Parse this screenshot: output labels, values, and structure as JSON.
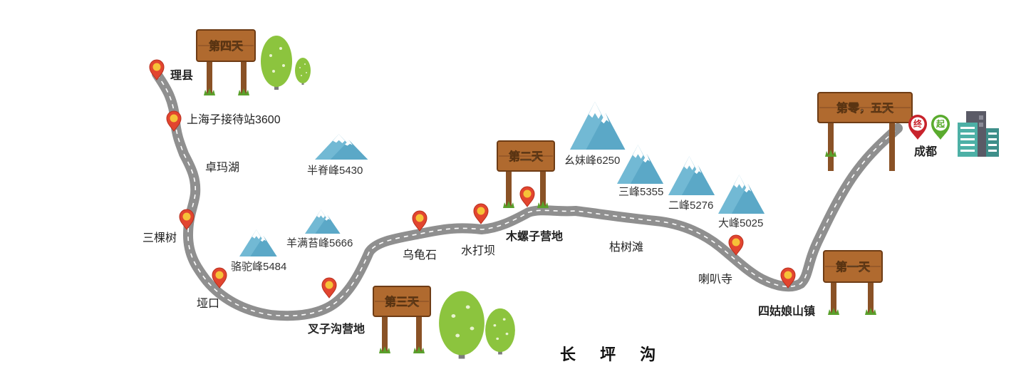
{
  "title": "长 坪 沟",
  "signs": [
    {
      "key": "day4",
      "text": "第四天"
    },
    {
      "key": "day2",
      "text": "第二天"
    },
    {
      "key": "day3",
      "text": "第三天"
    },
    {
      "key": "day05",
      "text": "第零，五天"
    },
    {
      "key": "day1",
      "text": "第一天"
    }
  ],
  "places": [
    {
      "key": "lixian",
      "text": "理县",
      "bold": true
    },
    {
      "key": "shanghaizi",
      "text": "上海子接待站3600",
      "bold": false
    },
    {
      "key": "zhuomahu",
      "text": "卓玛湖",
      "bold": false
    },
    {
      "key": "sankeshu",
      "text": "三棵树",
      "bold": false
    },
    {
      "key": "yakou",
      "text": "垭口",
      "bold": false
    },
    {
      "key": "chazigou",
      "text": "叉子沟营地",
      "bold": true
    },
    {
      "key": "wuguishi",
      "text": "乌龟石",
      "bold": false
    },
    {
      "key": "shuidaba",
      "text": "水打坝",
      "bold": false
    },
    {
      "key": "muluozi",
      "text": "木螺子营地",
      "bold": true
    },
    {
      "key": "kushutan",
      "text": "枯树滩",
      "bold": false
    },
    {
      "key": "labasi",
      "text": "喇叭寺",
      "bold": false
    },
    {
      "key": "siguniang",
      "text": "四姑娘山镇",
      "bold": true
    },
    {
      "key": "chengdu",
      "text": "成都",
      "bold": true
    }
  ],
  "peaks": [
    {
      "key": "banjifeng",
      "text": "半脊峰5430"
    },
    {
      "key": "yangmantai",
      "text": "羊满苔峰5666"
    },
    {
      "key": "luotuofeng",
      "text": "骆驼峰5484"
    },
    {
      "key": "yaomeifeng",
      "text": "幺妹峰6250"
    },
    {
      "key": "sanfeng",
      "text": "三峰5355"
    },
    {
      "key": "erfeng",
      "text": "二峰5276"
    },
    {
      "key": "dafeng",
      "text": "大峰5025"
    }
  ],
  "badges": {
    "end": "终",
    "start": "起"
  },
  "icons": [
    "map-pin-icon",
    "mountain-icon",
    "tree-icon",
    "wooden-sign-icon",
    "city-buildings-icon"
  ],
  "colors": {
    "road": "#8f8f8f",
    "road_dash": "#ffffff",
    "pin_red": "#e2452f",
    "pin_center": "#f6c238",
    "wood": "#b06a2f",
    "mountain": "#72b9d4",
    "snow": "#ffffff",
    "tree": "#8cc43e",
    "end_badge": "#c8232c",
    "start_badge": "#5aab2e",
    "building_teal": "#4db0a6"
  }
}
